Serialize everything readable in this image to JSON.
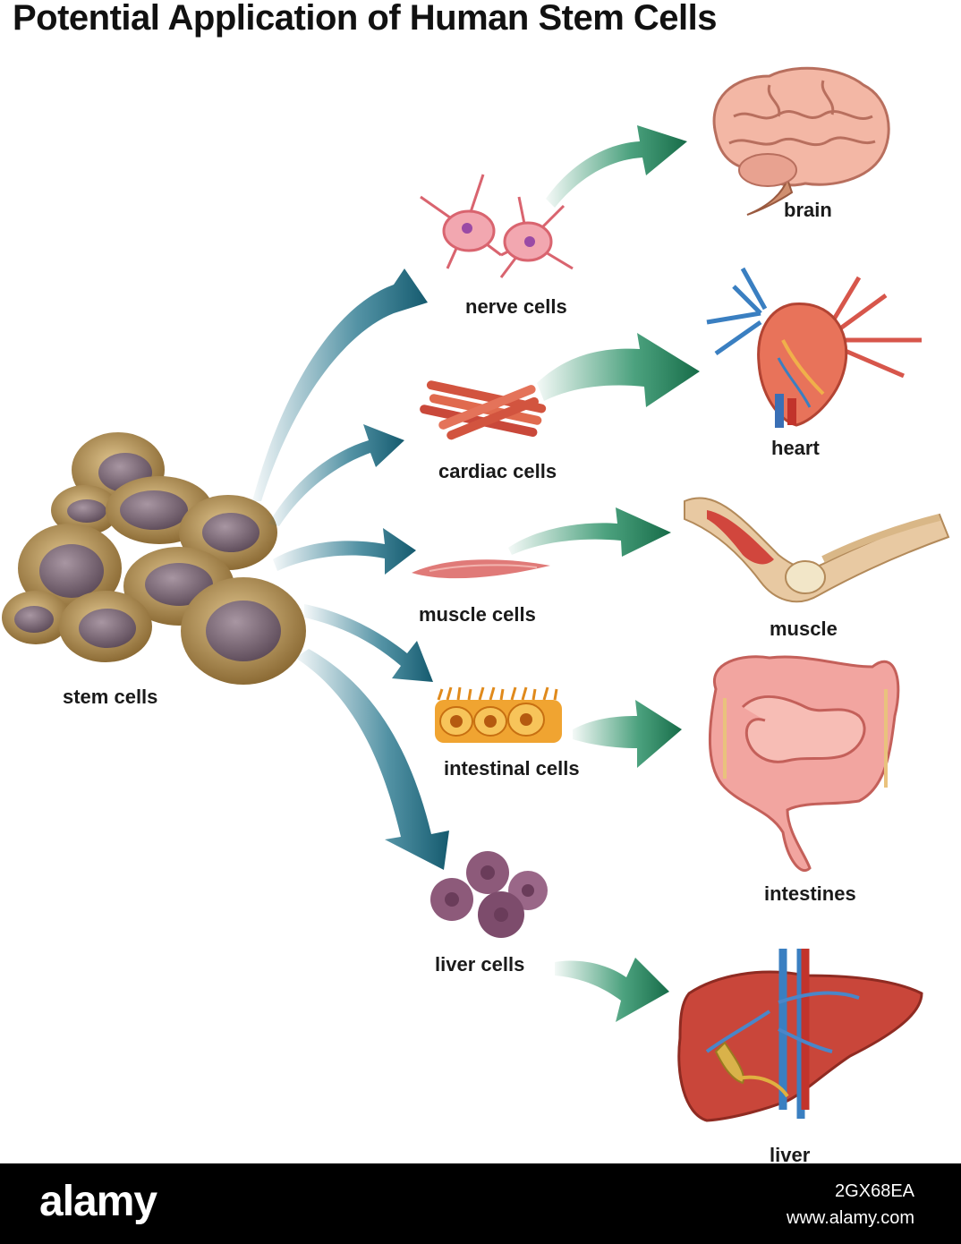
{
  "title": "Potential Application of Human Stem Cells",
  "source_label": "stem cells",
  "cell_types": [
    {
      "label": "nerve cells",
      "organ": "brain"
    },
    {
      "label": "cardiac cells",
      "organ": "heart"
    },
    {
      "label": "muscle cells",
      "organ": "muscle"
    },
    {
      "label": "intestinal cells",
      "organ": "intestines"
    },
    {
      "label": "liver cells",
      "organ": "liver"
    }
  ],
  "footer": {
    "brand": "alamy",
    "image_id": "2GX68EA",
    "site": "www.alamy.com"
  },
  "colors": {
    "blue_arrow": "#1a6e86",
    "green_arrow": "#1f8a5e",
    "stem_cell": "#b89a5e",
    "nucleus": "#7e6a78"
  }
}
